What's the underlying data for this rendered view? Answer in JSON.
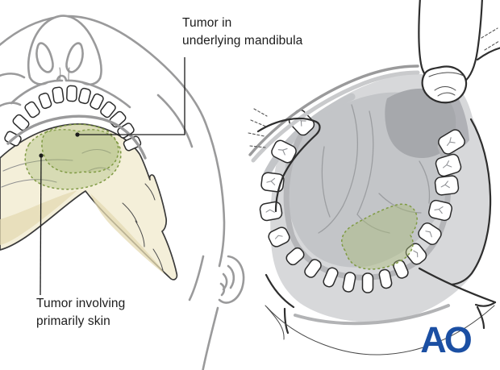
{
  "figure": {
    "type": "medical-illustration-two-panel",
    "page_bg": "#ffffff"
  },
  "annotations": {
    "mandibula": {
      "line1": "Tumor in",
      "line2": "underlying mandibula"
    },
    "skin": {
      "line1": "Tumor involving",
      "line2": "primarily skin"
    }
  },
  "logo": {
    "text": "AO"
  },
  "colors": {
    "page_bg": "#ffffff",
    "outline_gray": "#9a9a9b",
    "outline_dark": "#2e2e2e",
    "label_text": "#1c1c1c",
    "bone_fill": "#f4efd9",
    "bone_shade": "#e4dab2",
    "tumor_fill": "#a9ba78",
    "tumor_stroke": "#7f9a43",
    "mouth_light": "#d7d8da",
    "mouth_mid": "#c3c5c8",
    "mouth_dark": "#a6a8ac",
    "detail_gray": "#9c9ea1",
    "tooth_outline": "#2b2b2b",
    "logo_blue": "#1b4fa3"
  }
}
